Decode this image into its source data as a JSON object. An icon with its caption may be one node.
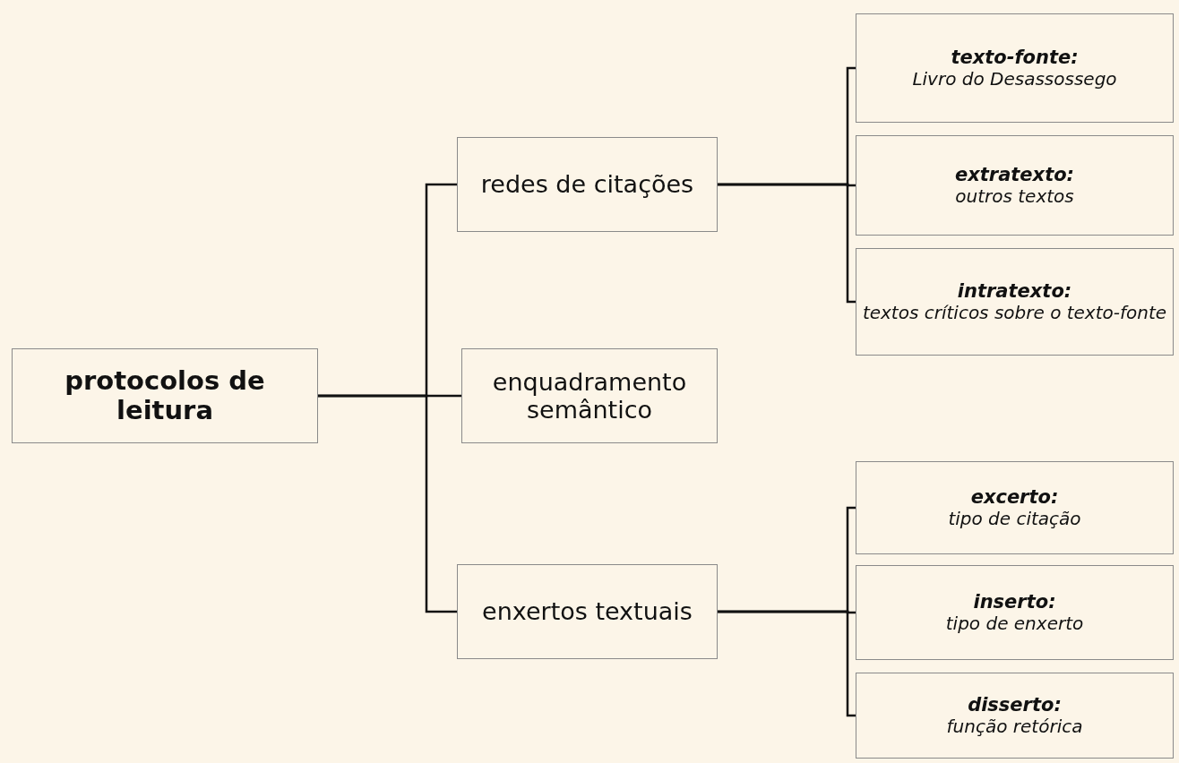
{
  "diagram": {
    "nodes": [
      {
        "text": [
          "protocolos de leitura"
        ]
      },
      {
        "text": [
          "redes de citações"
        ]
      },
      {
        "text": [
          "enquadramento semântico"
        ]
      },
      {
        "text": [
          "enxertos textuais"
        ]
      },
      {
        "text": [
          "texto-fonte:",
          "Livro do Desassossego"
        ]
      },
      {
        "text": [
          "extratexto:",
          "outros textos"
        ]
      },
      {
        "text": [
          "intratexto:",
          "textos críticos sobre o texto-fonte"
        ]
      },
      {
        "text": [
          "excerto:",
          "tipo de citação"
        ]
      },
      {
        "text": [
          "inserto:",
          "tipo de enxerto"
        ]
      },
      {
        "text": [
          "disserto:",
          "função retórica"
        ]
      }
    ],
    "edges": [
      {
        "from": 0,
        "to": 1,
        "arrow": "none"
      },
      {
        "from": 0,
        "to": 2,
        "arrow": "none"
      },
      {
        "from": 0,
        "to": 3,
        "arrow": "none"
      },
      {
        "from": 1,
        "to": 4,
        "arrow": "none"
      },
      {
        "from": 1,
        "to": 5,
        "arrow": "none"
      },
      {
        "from": 1,
        "to": 6,
        "arrow": "none"
      },
      {
        "from": 3,
        "to": 7,
        "arrow": "none"
      },
      {
        "from": 3,
        "to": 8,
        "arrow": "none"
      },
      {
        "from": 3,
        "to": 9,
        "arrow": "none"
      }
    ]
  }
}
